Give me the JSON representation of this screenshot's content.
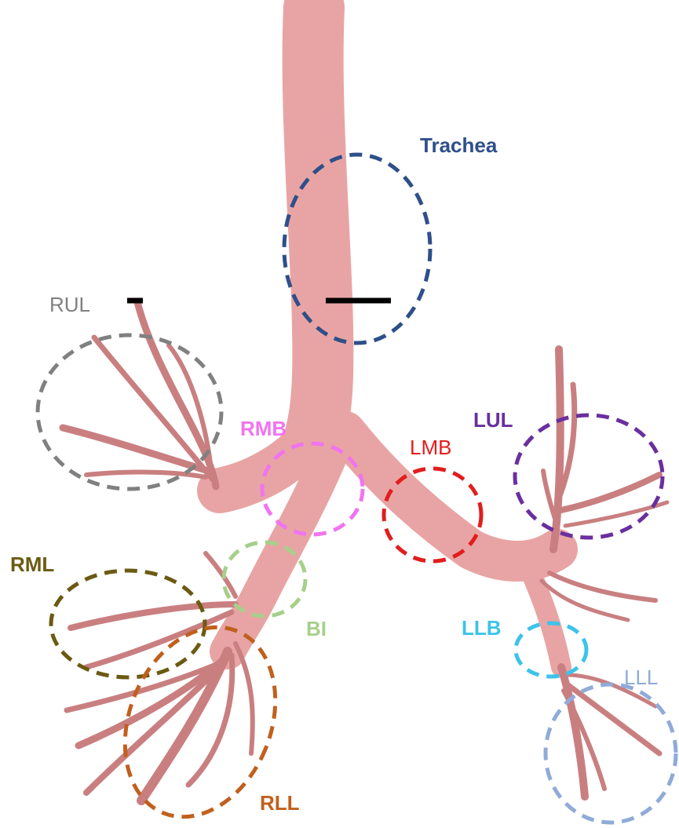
{
  "labels": {
    "trachea": "Trachea",
    "rul": "RUL",
    "rmb": "RMB",
    "lmb": "LMB",
    "lul": "LUL",
    "rml": "RML",
    "bi": "BI",
    "llb": "LLB",
    "lll": "LLL",
    "rll": "RLL"
  },
  "colors": {
    "airway": "#e8a4a4",
    "airway_shade": "#c97f80",
    "trachea": "#2e4f8a",
    "rul": "#808080",
    "rmb": "#f074f0",
    "lmb": "#e21d1d",
    "lul": "#6a2f9e",
    "rml": "#6b5a12",
    "bi": "#a6d08a",
    "llb": "#3cc3ea",
    "lll": "#8fabd8",
    "rll": "#c0601d",
    "marker": "#000000"
  }
}
